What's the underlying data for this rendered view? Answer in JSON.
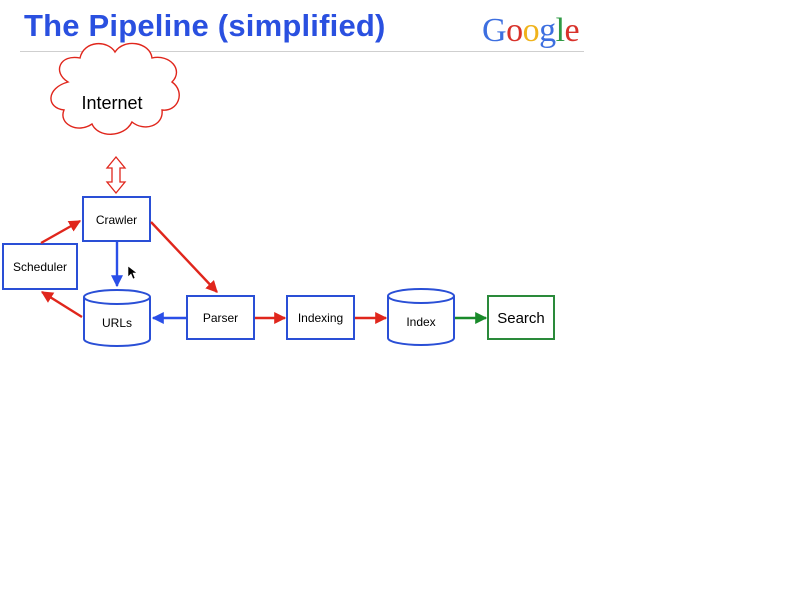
{
  "title": "The Pipeline (simplified)",
  "logo": {
    "letters": [
      "G",
      "o",
      "o",
      "g",
      "l",
      "e"
    ],
    "colors": [
      "#3d6fe0",
      "#d8322b",
      "#f0b31c",
      "#3d6fe0",
      "#2f9a44",
      "#d8322b"
    ]
  },
  "nodes": {
    "internet": "Internet",
    "crawler": "Crawler",
    "scheduler": "Scheduler",
    "urls": "URLs",
    "parser": "Parser",
    "indexing": "Indexing",
    "index": "Index",
    "search": "Search"
  },
  "colors": {
    "box_border": "#2a4fd6",
    "search_border": "#2a8a3a",
    "cloud": "#e0261c",
    "arrow_red": "#e0261c",
    "arrow_blue": "#2a4fe8",
    "arrow_green": "#198a2a"
  }
}
